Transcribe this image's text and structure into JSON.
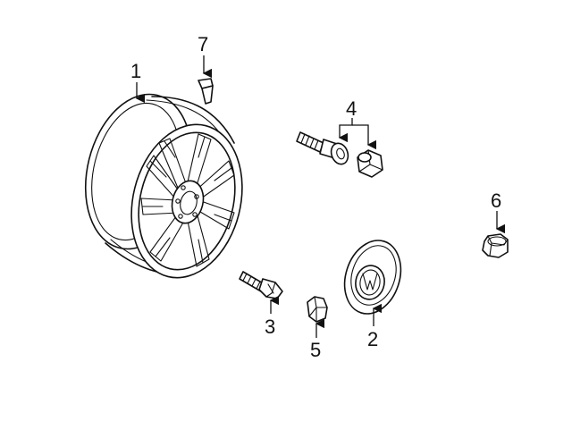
{
  "diagram": {
    "callouts": [
      {
        "id": "1",
        "label": "1"
      },
      {
        "id": "2",
        "label": "2"
      },
      {
        "id": "3",
        "label": "3"
      },
      {
        "id": "4",
        "label": "4"
      },
      {
        "id": "5",
        "label": "5"
      },
      {
        "id": "6",
        "label": "6"
      },
      {
        "id": "7",
        "label": "7"
      }
    ],
    "line_color": "#111111",
    "background": "#ffffff"
  }
}
